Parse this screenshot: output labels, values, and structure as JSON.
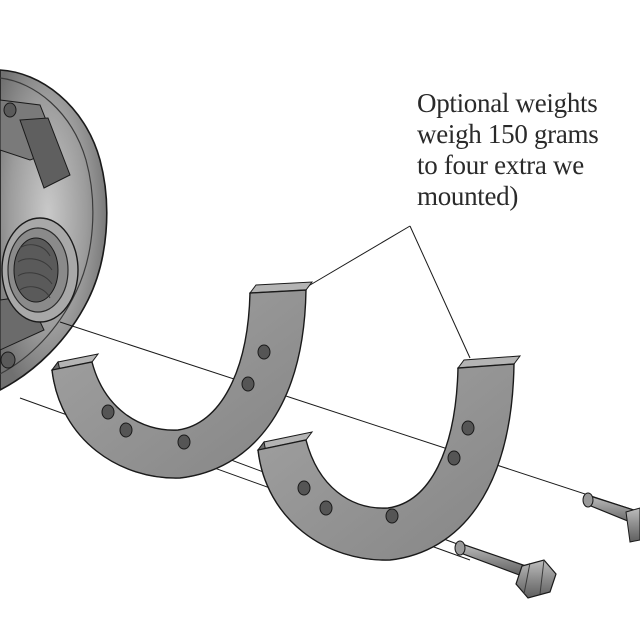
{
  "callout": {
    "lines": [
      "Optional weights",
      "weigh 150 grams",
      "to four extra we",
      "mounted)"
    ]
  },
  "colors": {
    "part_fill": "#8f8f8f",
    "part_shade": "#6e6e6e",
    "part_light": "#b5b5b5",
    "line": "#1a1a1a",
    "text": "#2a2a2a"
  }
}
